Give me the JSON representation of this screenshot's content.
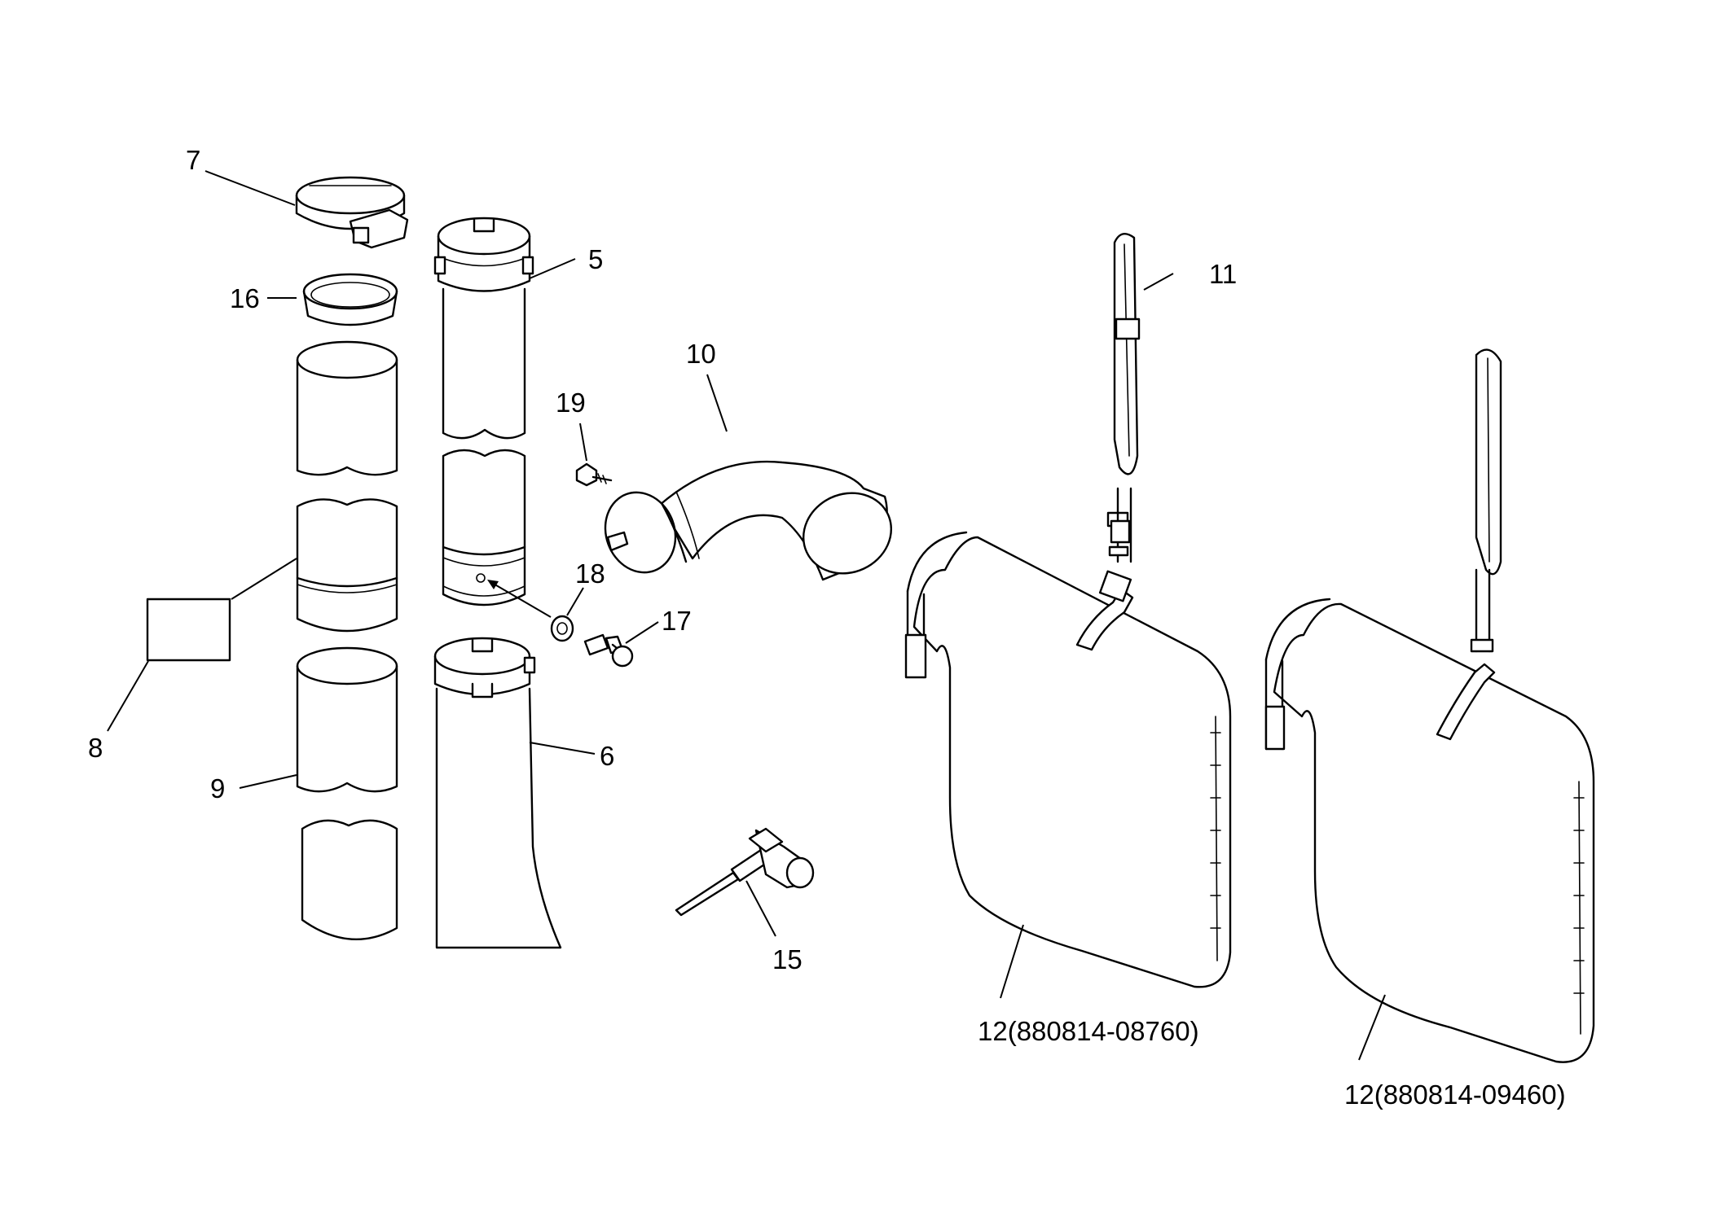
{
  "callouts": {
    "c5": "5",
    "c6": "6",
    "c7": "7",
    "c8": "8",
    "c9": "9",
    "c10": "10",
    "c11": "11",
    "c12a": "12(880814-08760)",
    "c12b": "12(880814-09460)",
    "c15": "15",
    "c16": "16",
    "c17": "17",
    "c18": "18",
    "c19": "19"
  },
  "colors": {
    "ink": "#000000",
    "paper": "#ffffff"
  }
}
